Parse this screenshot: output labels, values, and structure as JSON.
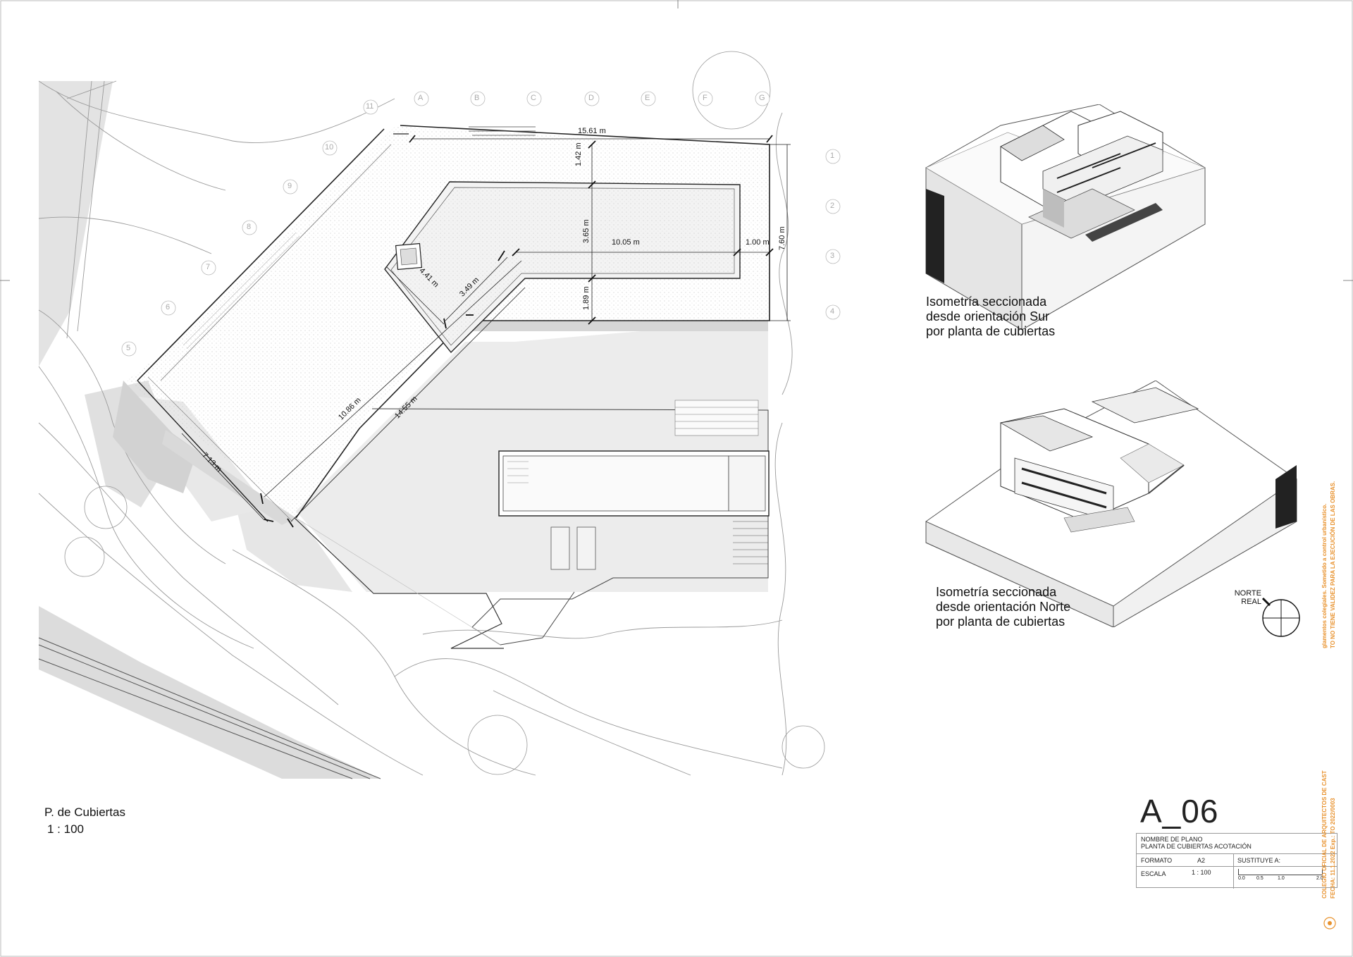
{
  "plan": {
    "title": "P. de Cubiertas",
    "scale": "1 : 100",
    "dimensions": {
      "d1561": "15.61 m",
      "d142": "1.42 m",
      "d365": "3.65 m",
      "d1005": "10.05 m",
      "d100": "1.00 m",
      "d760": "7.60 m",
      "d441": "4.41 m",
      "d349": "3.49 m",
      "d189": "1.89 m",
      "d1086": "10.86 m",
      "d1455": "14.55 m",
      "d713": "7.13 m"
    },
    "grid_letters": [
      "A",
      "B",
      "C",
      "D",
      "E",
      "F",
      "G"
    ],
    "grid_numbers_left": [
      "11",
      "10",
      "9",
      "8",
      "7",
      "6",
      "5"
    ],
    "grid_numbers_right": [
      "1",
      "2",
      "3",
      "4"
    ]
  },
  "iso_south": {
    "caption": "Isometría seccionada desde orientación Sur por planta de cubiertas"
  },
  "iso_north": {
    "caption": "Isometría seccionada desde orientación Norte por planta de cubiertas"
  },
  "north": {
    "label_line1": "NORTE",
    "label_line2": "REAL"
  },
  "title_block": {
    "sheet_number": "A_06",
    "plan_name_label": "NOMBRE DE PLANO",
    "plan_name_value": "PLANTA DE CUBIERTAS ACOTACIÓN",
    "format_label": "FORMATO",
    "format_value": "A2",
    "replaces_label": "SUSTITUYE A:",
    "scale_label": "ESCALA",
    "scale_value": "1 : 100",
    "scale_bar": [
      "0.0",
      "0.5",
      "1.0",
      "2.0"
    ]
  },
  "stamp": {
    "line1": "COLEGIO OFICIAL DE ARQUITECTOS DE CAST",
    "line2": "FECHA: 11.1.2022   Exp.: TO 2022/0003",
    "line3": "glamentos colegiales.   Sometido a control urbanístico.",
    "line4": "TO NO TIENE VALIDEZ PARA LA EJECUCIÓN DE LAS OBRAS."
  },
  "colors": {
    "stamp": "#e8922e",
    "line": "#222222",
    "light_line": "#bbbbbb",
    "shadow": "#d9d9d9"
  }
}
